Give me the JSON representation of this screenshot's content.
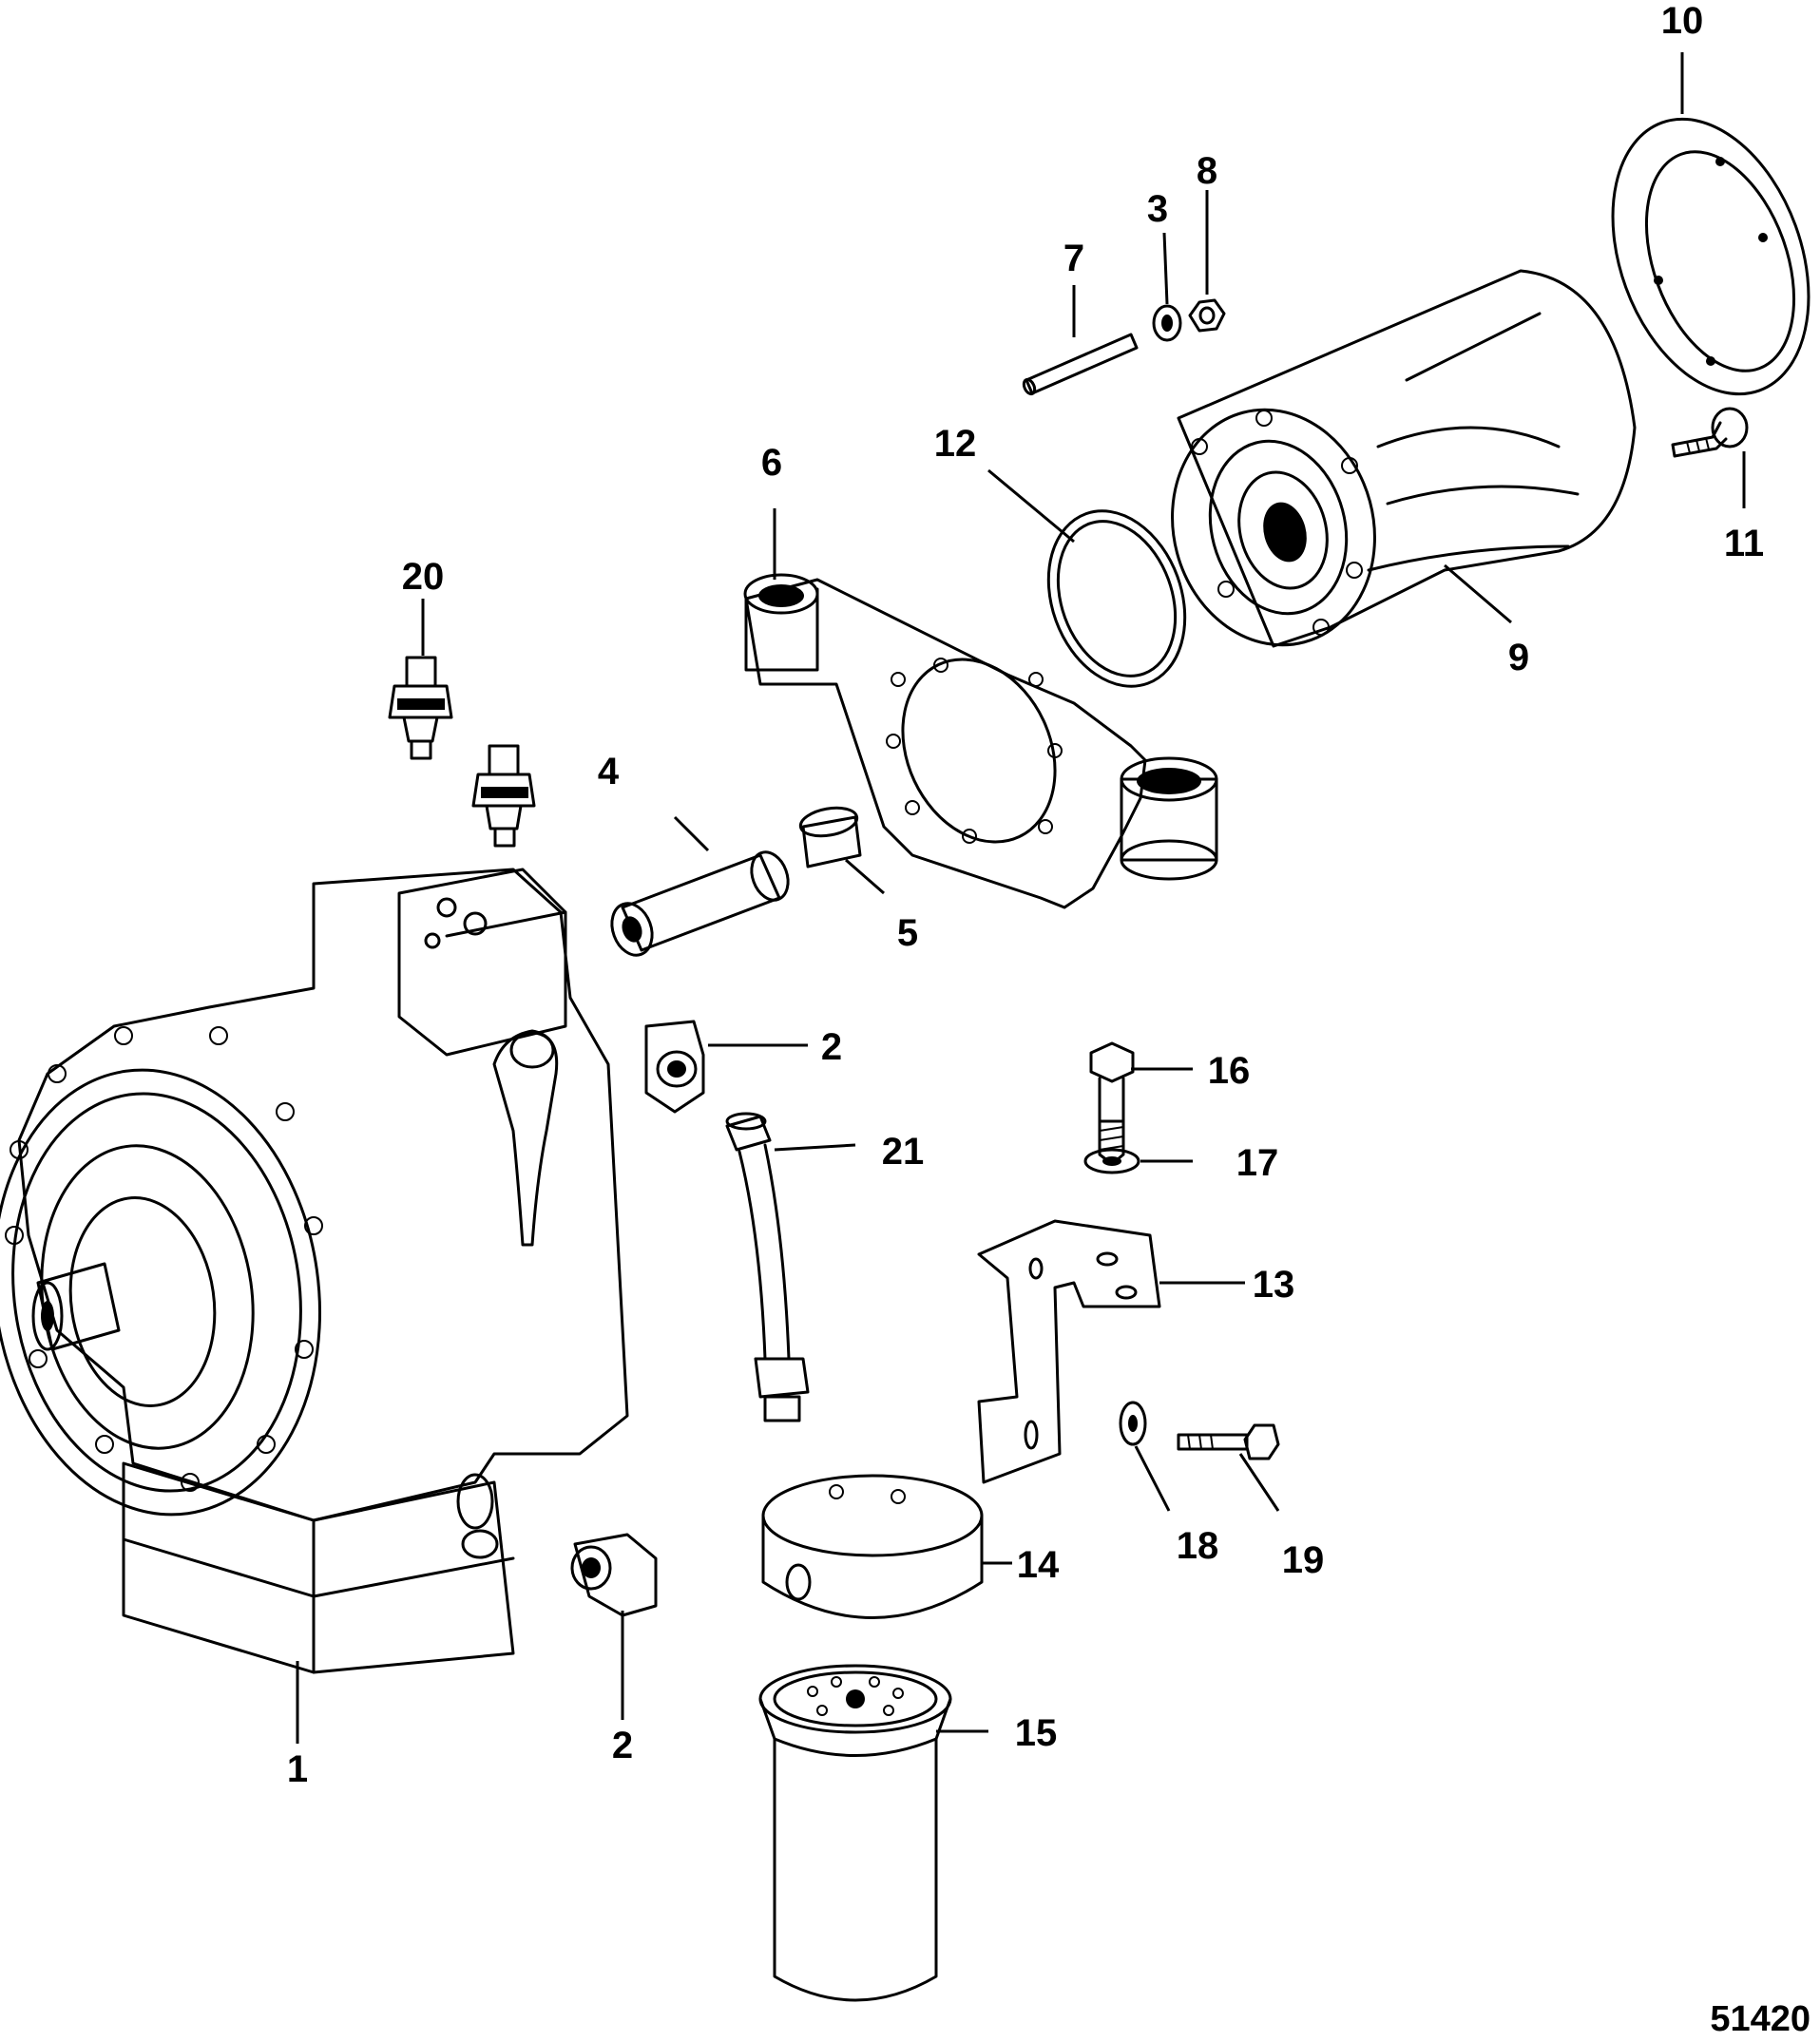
{
  "figure_number": "51420",
  "callouts": {
    "c1": "1",
    "c2a": "2",
    "c2b": "2",
    "c3": "3",
    "c4": "4",
    "c5": "5",
    "c6": "6",
    "c7": "7",
    "c8": "8",
    "c9": "9",
    "c10": "10",
    "c11": "11",
    "c12": "12",
    "c13": "13",
    "c14": "14",
    "c15": "15",
    "c16": "16",
    "c17": "17",
    "c18": "18",
    "c19": "19",
    "c20": "20",
    "c21": "21"
  }
}
